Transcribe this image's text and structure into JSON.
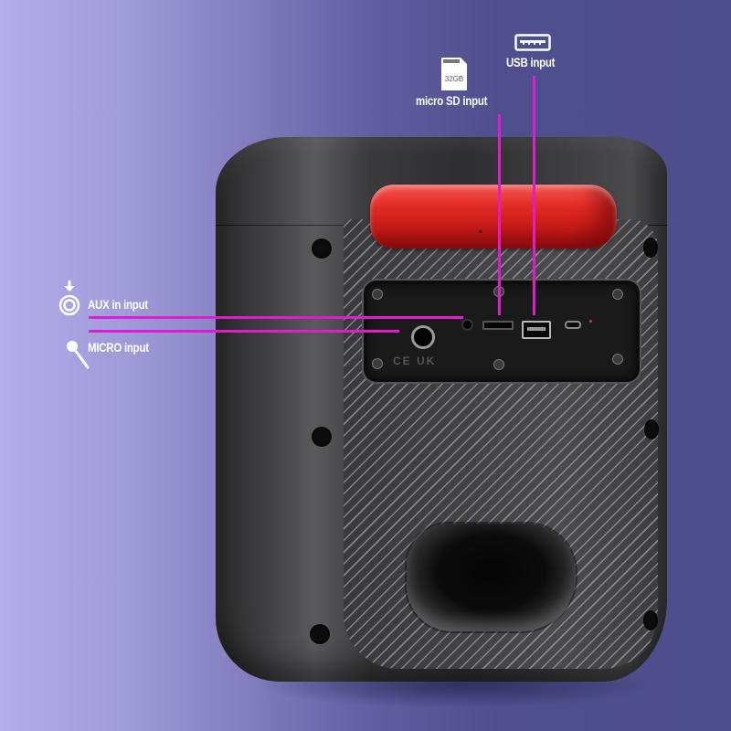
{
  "image": {
    "description": "Back view of a portable party speaker showing its connection ports with callout labels",
    "background_gradient": [
      "#b3aeea",
      "#4d4e8c"
    ],
    "accent_color": "#e21bd2",
    "handle_color": "#e12a24"
  },
  "callouts": {
    "usb": {
      "label": "USB input",
      "icon": "usb-port-icon"
    },
    "micro_sd": {
      "label": "micro SD input",
      "icon": "sd-card-icon",
      "icon_text": "32GB"
    },
    "aux": {
      "label": "AUX in input",
      "icon": "aux-jack-icon"
    },
    "micro": {
      "label": "MICRO input",
      "icon": "microphone-icon"
    }
  },
  "panel": {
    "ports": [
      "6.35mm microphone jack",
      "3.5mm AUX jack",
      "micro SD slot",
      "USB-A port",
      "USB-C port",
      "status LED"
    ],
    "certification_marks": "CE UK"
  }
}
